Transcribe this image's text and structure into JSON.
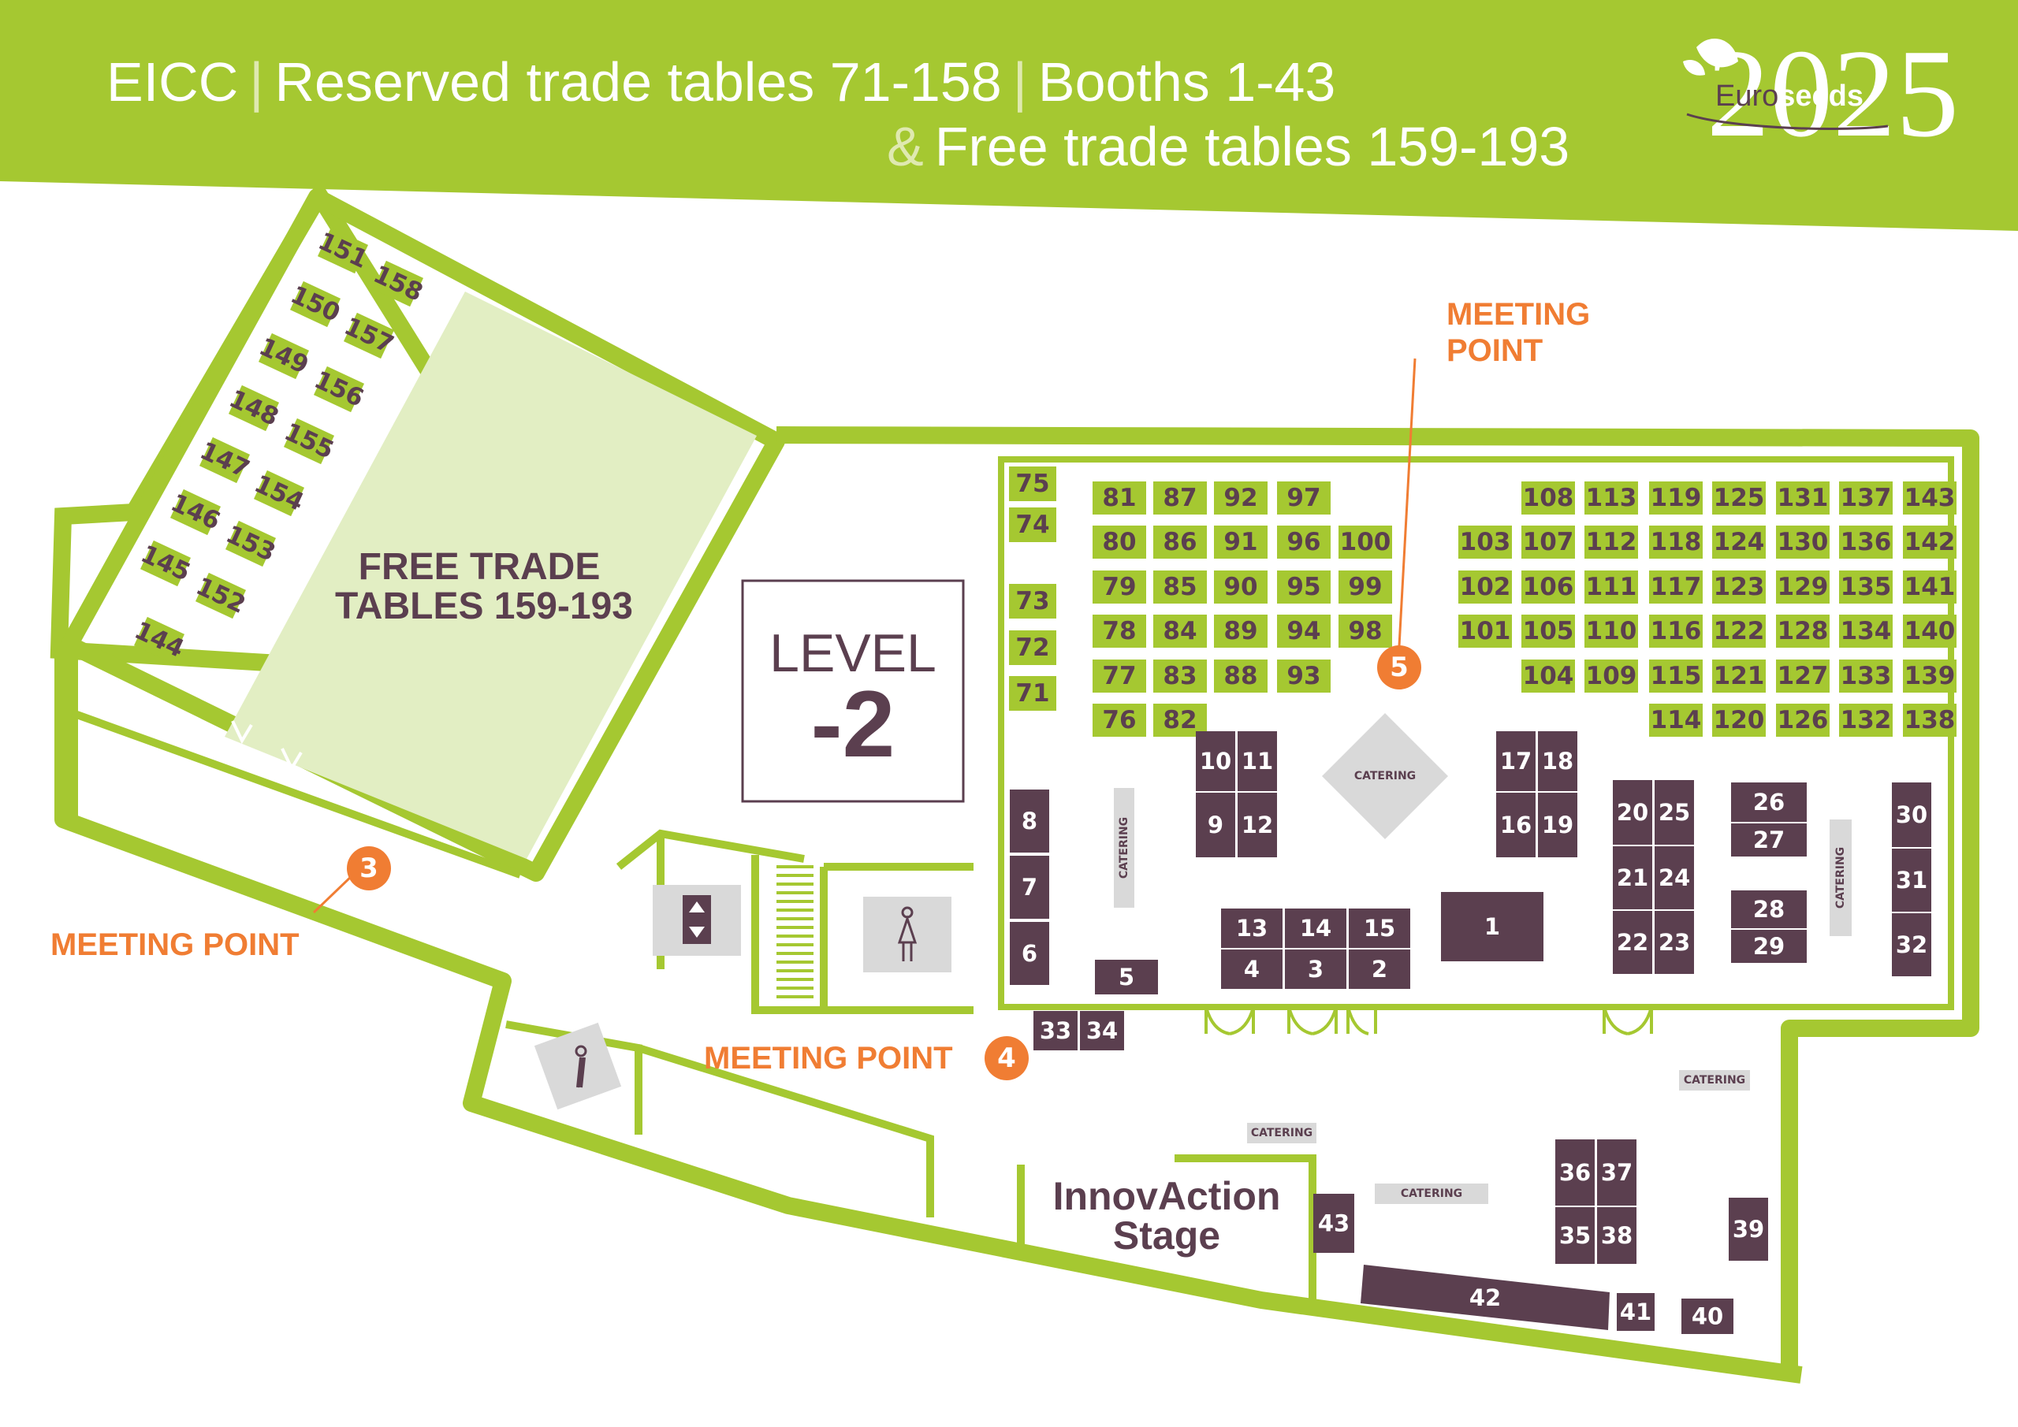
{
  "header": {
    "title_part1": "EICC",
    "title_part2": "Reserved trade tables 71-158",
    "title_part3": "Booths 1-43",
    "subtitle_amp": "&",
    "subtitle": "Free trade tables 159-193",
    "logo_year": "2025",
    "logo_euro": "Euro",
    "logo_seeds": "seeds"
  },
  "labels": {
    "free_trade_line1": "FREE TRADE",
    "free_trade_line2": "TABLES 159-193",
    "level_line1": "LEVEL",
    "level_line2": "-2",
    "stage_line1": "InnovAction",
    "stage_line2": "Stage",
    "catering": "CATERING"
  },
  "meeting_points": {
    "mp3": {
      "number": "3",
      "label": "MEETING POINT"
    },
    "mp4": {
      "number": "4",
      "label": "MEETING POINT"
    },
    "mp5": {
      "number": "5",
      "label_line1": "MEETING",
      "label_line2": "POINT"
    }
  },
  "colors": {
    "green": "#a5c831",
    "light_green": "#e2eec3",
    "plum": "#5b3f4f",
    "orange": "#f07d33",
    "grey": "#d9d9d9"
  },
  "icons": [
    "elevator-icon",
    "stairs-icon",
    "female-restroom-icon",
    "male-restroom-icon"
  ],
  "reserved_trade_tables": {
    "left_wing": [
      "144",
      "145",
      "146",
      "147",
      "148",
      "149",
      "150",
      "151",
      "152",
      "153",
      "154",
      "155",
      "156",
      "157",
      "158"
    ],
    "column_71_75": [
      "71",
      "72",
      "73",
      "74",
      "75"
    ],
    "grid": [
      "76",
      "77",
      "78",
      "79",
      "80",
      "81",
      "82",
      "83",
      "84",
      "85",
      "86",
      "87",
      "88",
      "89",
      "90",
      "91",
      "92",
      "93",
      "94",
      "95",
      "96",
      "97",
      "98",
      "99",
      "100",
      "101",
      "102",
      "103",
      "104",
      "105",
      "106",
      "107",
      "108",
      "109",
      "110",
      "111",
      "112",
      "113",
      "114",
      "115",
      "116",
      "117",
      "118",
      "119",
      "120",
      "121",
      "122",
      "123",
      "124",
      "125",
      "126",
      "127",
      "128",
      "129",
      "130",
      "131",
      "132",
      "133",
      "134",
      "135",
      "136",
      "137",
      "138",
      "139",
      "140",
      "141",
      "142",
      "143"
    ]
  },
  "booths": [
    "1",
    "2",
    "3",
    "4",
    "5",
    "6",
    "7",
    "8",
    "9",
    "10",
    "11",
    "12",
    "13",
    "14",
    "15",
    "16",
    "17",
    "18",
    "19",
    "20",
    "21",
    "22",
    "23",
    "24",
    "25",
    "26",
    "27",
    "28",
    "29",
    "30",
    "31",
    "32",
    "33",
    "34",
    "35",
    "36",
    "37",
    "38",
    "39",
    "40",
    "41",
    "42",
    "43"
  ]
}
